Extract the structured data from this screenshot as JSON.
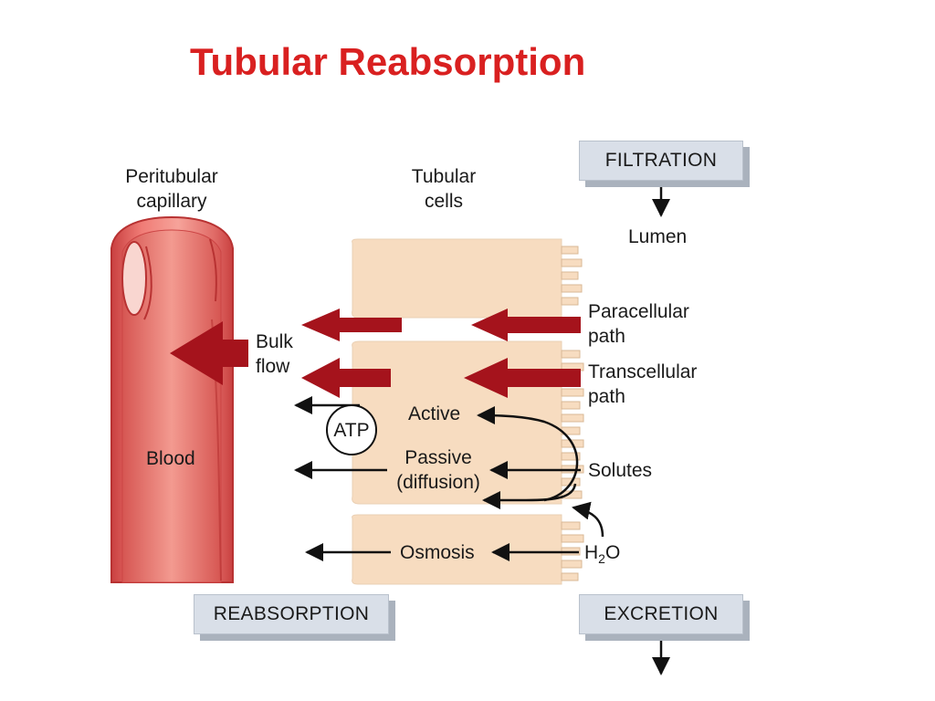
{
  "title": "Tubular Reabsorption",
  "labels": {
    "peritubular_capillary": [
      "Peritubular",
      "capillary"
    ],
    "tubular_cells": [
      "Tubular",
      "cells"
    ],
    "lumen": "Lumen",
    "paracellular_path": [
      "Paracellular",
      "path"
    ],
    "transcellular_path": [
      "Transcellular",
      "path"
    ],
    "bulk_flow": [
      "Bulk",
      "flow"
    ],
    "active": "Active",
    "atp": "ATP",
    "passive": [
      "Passive",
      "(diffusion)"
    ],
    "solutes": "Solutes",
    "blood": "Blood",
    "osmosis": "Osmosis",
    "h2o_main": "H",
    "h2o_sub": "2",
    "h2o_tail": "O"
  },
  "boxes": {
    "filtration": "FILTRATION",
    "reabsorption": "REABSORPTION",
    "excretion": "EXCRETION"
  },
  "colors": {
    "title": "#d92020",
    "arrow_red": "#a5131c",
    "vessel": "#e25a5a",
    "cell": "#f7dcc0",
    "box": "#d9dfe8"
  }
}
